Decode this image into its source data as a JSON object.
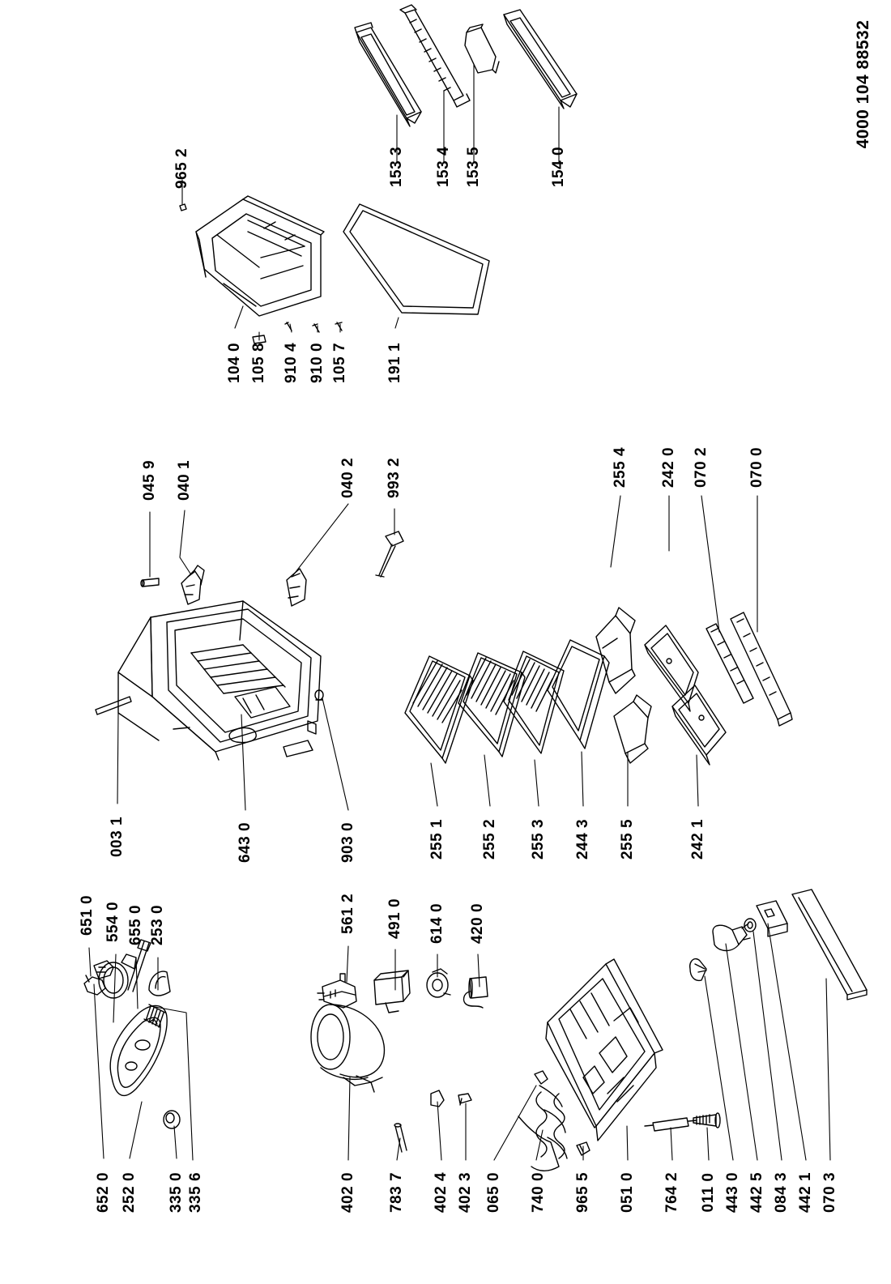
{
  "document_code": "4000 104 88532",
  "labels": {
    "p6520": "652 0",
    "p2520": "252 0",
    "p3350": "335 0",
    "p3356": "335 6",
    "p6510": "651 0",
    "p5540": "554 0",
    "p6550": "655 0",
    "p2530": "253 0",
    "p4020": "402 0",
    "p7837": "783 7",
    "p4024": "402 4",
    "p4023": "402 3",
    "p0650": "065 0",
    "p7400": "740 0",
    "p9655": "965 5",
    "p0510": "051 0",
    "p7642": "764 2",
    "p0110": "011 0",
    "p4430": "443 0",
    "p4425": "442 5",
    "p0843": "084 3",
    "p4421": "442 1",
    "p0703": "070 3",
    "p5612": "561 2",
    "p4910": "491 0",
    "p6140": "614 0",
    "p4200": "420 0",
    "p0031": "003 1",
    "p6430": "643 0",
    "p9030": "903 0",
    "p2551": "255 1",
    "p2552": "255 2",
    "p2553": "255 3",
    "p2443": "244 3",
    "p2555": "255 5",
    "p2421": "242 1",
    "p0459": "045 9",
    "p0401": "040 1",
    "p0402": "040 2",
    "p9932": "993 2",
    "p2554": "255 4",
    "p2420": "242 0",
    "p0702": "070 2",
    "p0700": "070 0",
    "p1040": "104 0",
    "p1058": "105 8",
    "p9104": "910 4",
    "p9100": "910 0",
    "p1057": "105 7",
    "p1911": "191 1",
    "p9652": "965 2",
    "p1533": "153 3",
    "p1534": "153 4",
    "p1535": "153 5",
    "p1540": "154 0"
  }
}
